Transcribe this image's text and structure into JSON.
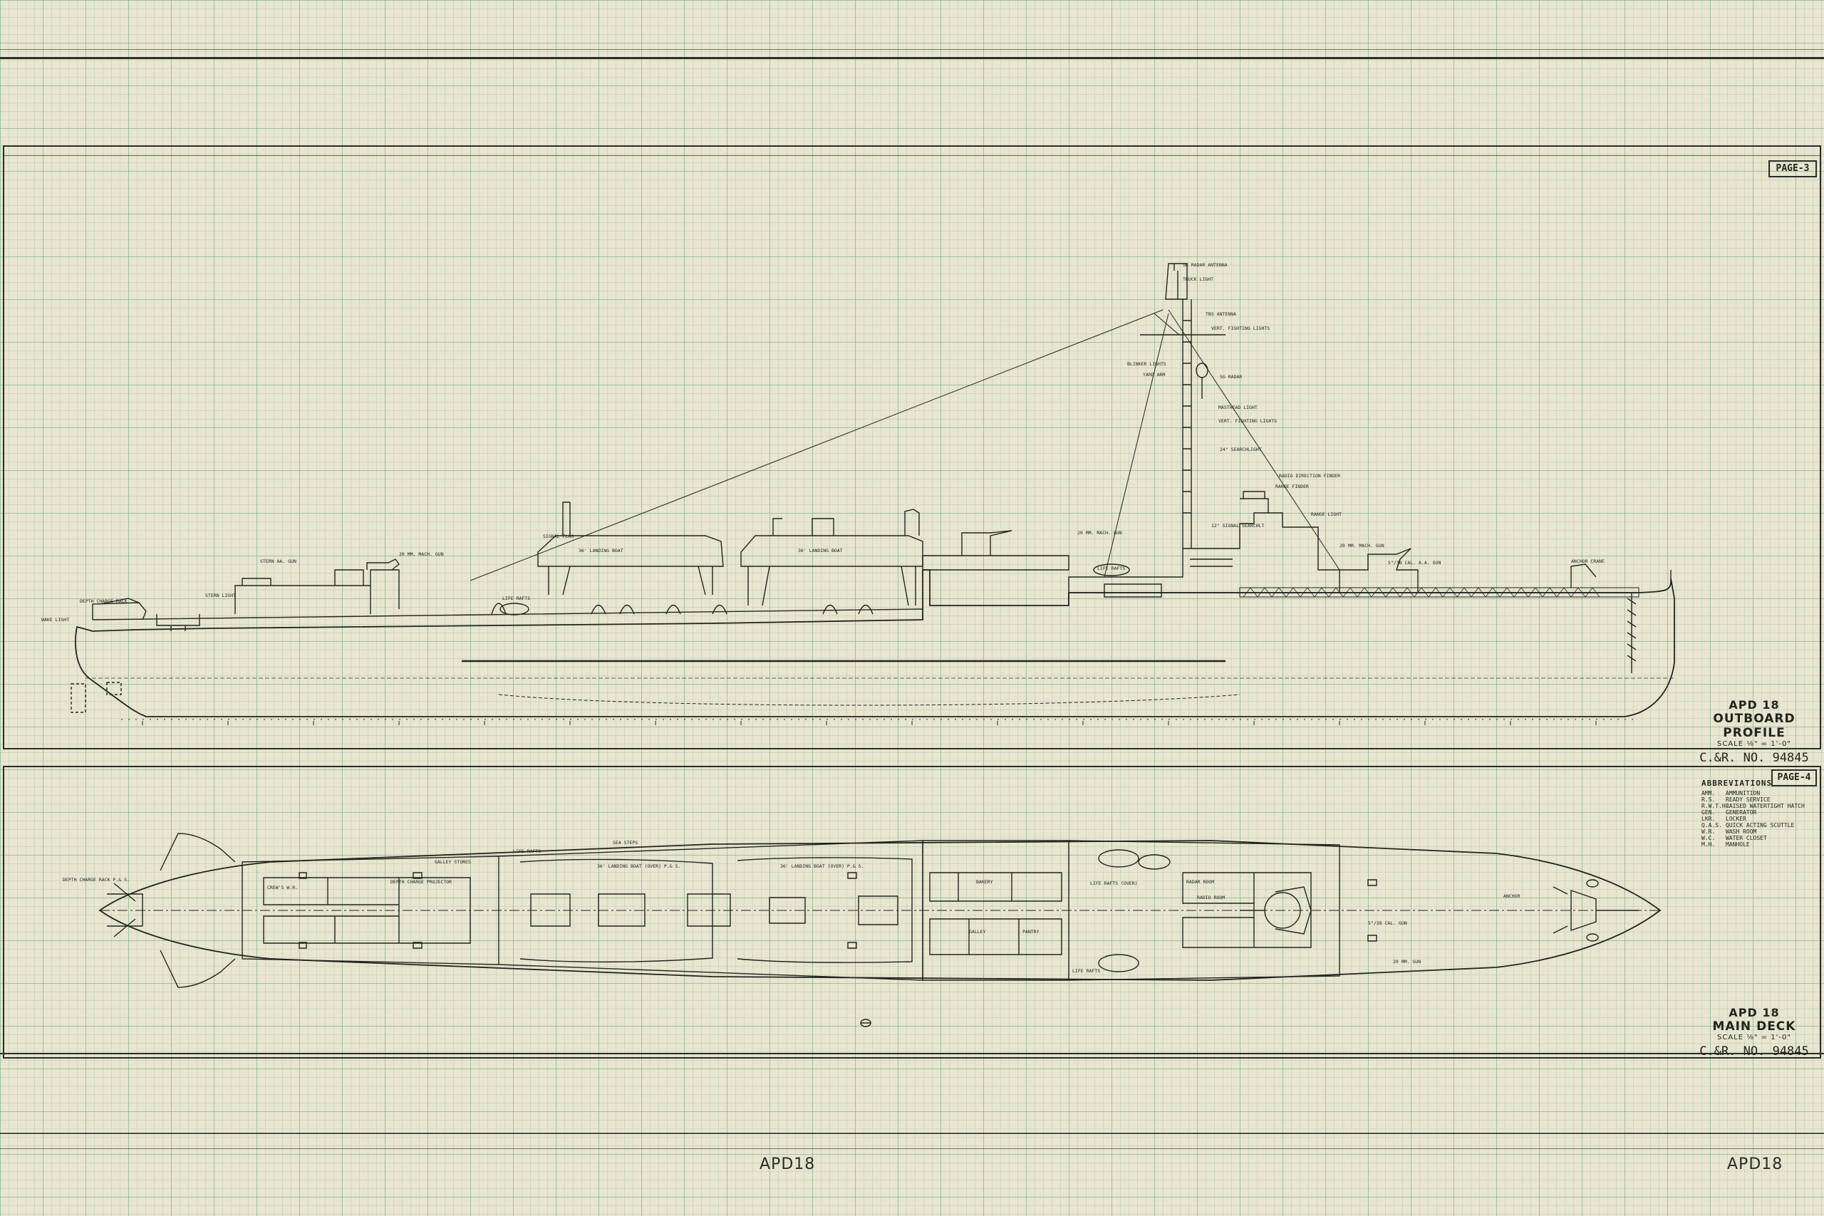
{
  "profile": {
    "page_label": "PAGE-3",
    "title": "APD 18",
    "view": "OUTBOARD PROFILE",
    "scale": "SCALE ⅛\" = 1'-0\"",
    "cbr": "C.&R. NO. 94845",
    "callouts": [
      "SK RADAR ANTENNA",
      "TRUCK LIGHT",
      "TBS ANTENNA",
      "VERT. FIGHTING LIGHTS",
      "BLINKER LIGHTS",
      "YARD ARM",
      "SG RADAR",
      "MASTHEAD LIGHT",
      "VERT. FIGHTING LIGHTS",
      "24\" SEARCHLIGHT",
      "RADIO DIRECTION FINDER",
      "RANGE FINDER",
      "RANGE LIGHT",
      "12\" SIGNAL SEARCHLT",
      "20 MM. MACH. GUN",
      "ANCHOR CRANE",
      "5\"/38 CAL. A.A. GUN",
      "20 MM. MACH. GUN",
      "20 MM. MACH. GUN",
      "36' LANDING BOAT",
      "36' LANDING BOAT",
      "STERN AA. GUN",
      "STERN LIGHT",
      "DEPTH CHARGE RACK",
      "WAKE LIGHT",
      "LIFE RAFTS",
      "LIFE RAFTS",
      "SIGNAL FLAG"
    ]
  },
  "main_deck": {
    "page_label": "PAGE-4",
    "title": "APD 18",
    "view": "MAIN DECK",
    "scale": "SCALE ⅛\" = 1'-0\"",
    "cbr": "C.&R. NO. 94845",
    "abbreviations_title": "ABBREVIATIONS",
    "abbreviations": [
      {
        "k": "AMM.",
        "v": "AMMUNITION"
      },
      {
        "k": "R.S.",
        "v": "READY SERVICE"
      },
      {
        "k": "R.W.T.H.",
        "v": "RAISED WATERTIGHT HATCH"
      },
      {
        "k": "GEN.",
        "v": "GENERATOR"
      },
      {
        "k": "LKR.",
        "v": "LOCKER"
      },
      {
        "k": "Q.A.S.",
        "v": "QUICK ACTING SCUTTLE"
      },
      {
        "k": "W.R.",
        "v": "WASH ROOM"
      },
      {
        "k": "W.C.",
        "v": "WATER CLOSET"
      },
      {
        "k": "M.H.",
        "v": "MANHOLE"
      }
    ],
    "callouts": [
      "DEPTH CHARGE RACK P.& S.",
      "CREW'S W.R.",
      "GALLEY STORES",
      "DEPTH CHARGE PROJECTOR",
      "LIFE RAFTS",
      "36' LANDING BOAT (OVER) P.& S.",
      "36' LANDING BOAT (OVER) P.& S.",
      "SEA STEPS",
      "GALLEY",
      "BAKERY",
      "PANTRY",
      "RADAR ROOM",
      "RADIO ROOM",
      "LIFE RAFTS (OVER)",
      "5\"/38 CAL. GUN",
      "20 MM. GUN",
      "ANCHOR",
      "LIFE RAFTS"
    ]
  },
  "footer": {
    "left": "APD18",
    "right": "APD18"
  }
}
